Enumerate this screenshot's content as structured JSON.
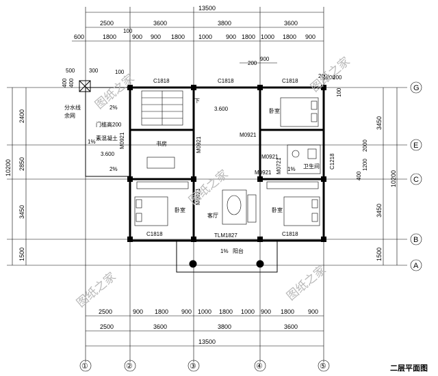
{
  "title": "二层平面图",
  "watermark": "图纸之家",
  "axes": {
    "vertical": [
      "①",
      "②",
      "③",
      "④",
      "⑤"
    ],
    "horizontal": [
      "G",
      "E",
      "C",
      "B",
      "A"
    ]
  },
  "dims_top": {
    "total": "13500",
    "row1": [
      "2500",
      "3600",
      "3800",
      "3600"
    ],
    "row2": [
      "600",
      "1800",
      "900",
      "900",
      "1800",
      "1000",
      "900",
      "1800",
      "1000",
      "1800",
      "900"
    ],
    "row2_extra": "100",
    "row3": [
      "200",
      "900",
      "200"
    ]
  },
  "dims_bottom": {
    "row1": [
      "2500",
      "900",
      "1800",
      "900",
      "1000",
      "1800",
      "1000",
      "900",
      "1800",
      "900"
    ],
    "row2": [
      "2500",
      "3600",
      "3800",
      "3600"
    ],
    "total": "13500"
  },
  "dims_left": {
    "total": "10200",
    "parts": [
      "2400",
      "2850",
      "3450",
      "1500"
    ],
    "small": [
      "500",
      "300",
      "400",
      "400",
      "100"
    ]
  },
  "dims_right": {
    "total": "10200",
    "parts": [
      "3450",
      "3450",
      "1500"
    ],
    "small": [
      "1200",
      "2000",
      "400",
      "1200",
      "200",
      "100"
    ]
  },
  "rooms": {
    "study": "书房",
    "bedroom": "卧室",
    "living": "客厅",
    "bath": "卫生间",
    "balcony": "阳台",
    "stair_down": "下",
    "shared_gate": "素混凝土"
  },
  "labels": {
    "elev1": "3.600",
    "elev2": "3.600",
    "slope": "2%",
    "slope_pct": "1%",
    "win_c1818": "C1818",
    "win_c1218": "C1218",
    "door_m0921": "M0921",
    "door_m0721": "M0721",
    "door_tlm": "TLM1827",
    "pipe": "分水线",
    "pipe2": "余网",
    "curtain": "门槛高200",
    "dim_2000": "2000",
    "dim_1500": "1500"
  }
}
